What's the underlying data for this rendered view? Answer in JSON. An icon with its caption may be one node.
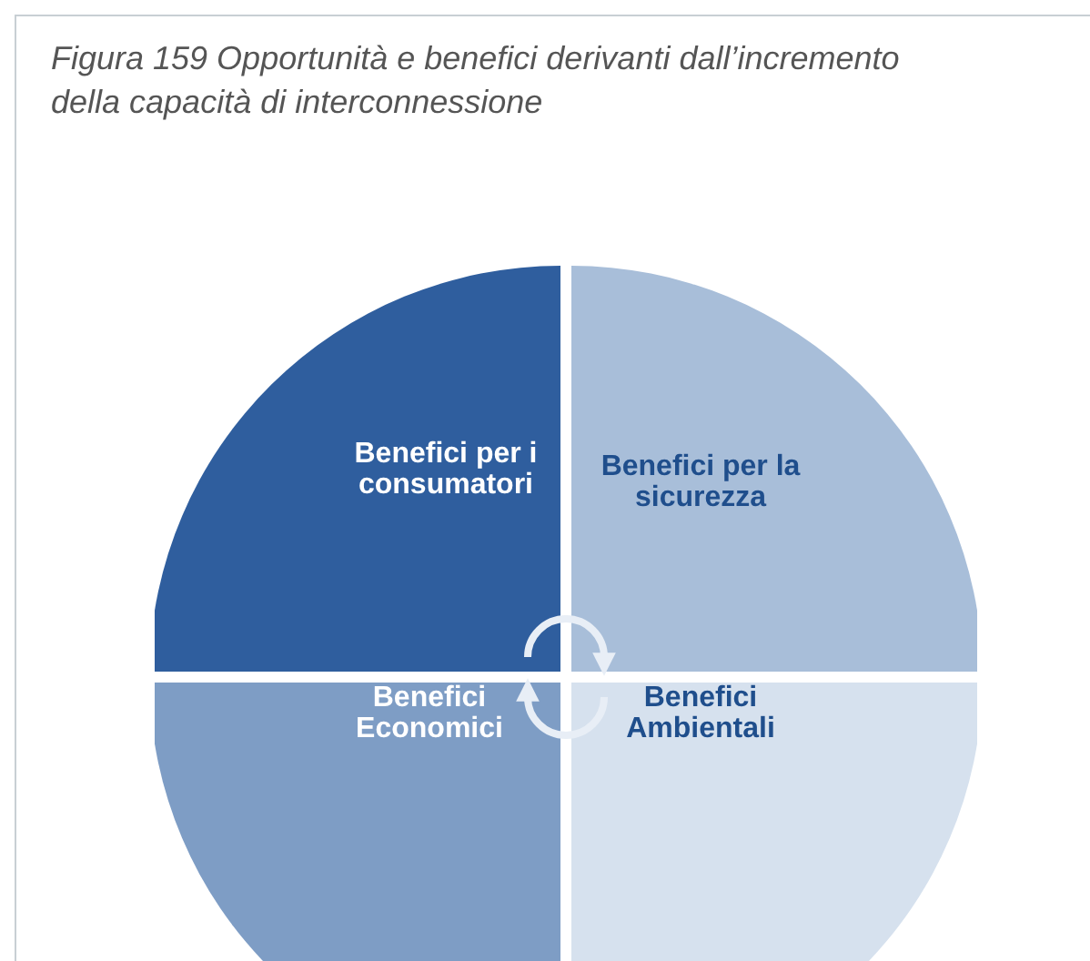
{
  "diagram": {
    "title": "Figura 159 Opportunità e benefici derivanti dall’incremento della capacità di interconnessione",
    "nodes": [
      {
        "text": [
          "Benefici per i consumatori"
        ]
      },
      {
        "text": [
          "Benefici per la sicurezza"
        ]
      },
      {
        "text": [
          "Benefici Economici"
        ]
      },
      {
        "text": [
          "Benefici Ambientali"
        ]
      }
    ],
    "edges": [
      {
        "from": 0,
        "to": 1,
        "arrow": "to"
      },
      {
        "from": 3,
        "to": 2,
        "arrow": "to"
      }
    ]
  }
}
